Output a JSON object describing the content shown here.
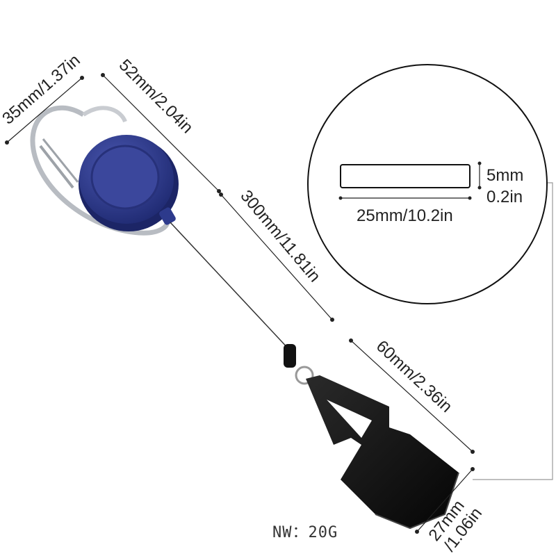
{
  "dimensions": {
    "carabiner_width": "35mm/1.37in",
    "reel_length": "52mm/2.04in",
    "cord_length": "300mm/11.81in",
    "holder_length": "60mm/2.36in",
    "holder_width_mm": "27mm",
    "holder_width_in": "/1.06in"
  },
  "inset": {
    "height_mm": "5mm",
    "height_in": "0.2in",
    "width": "25mm/10.2in"
  },
  "net_weight": "NW：20G",
  "colors": {
    "reel": "#2d3a8c",
    "holder": "#111111",
    "metal": "#b8bcc2"
  }
}
